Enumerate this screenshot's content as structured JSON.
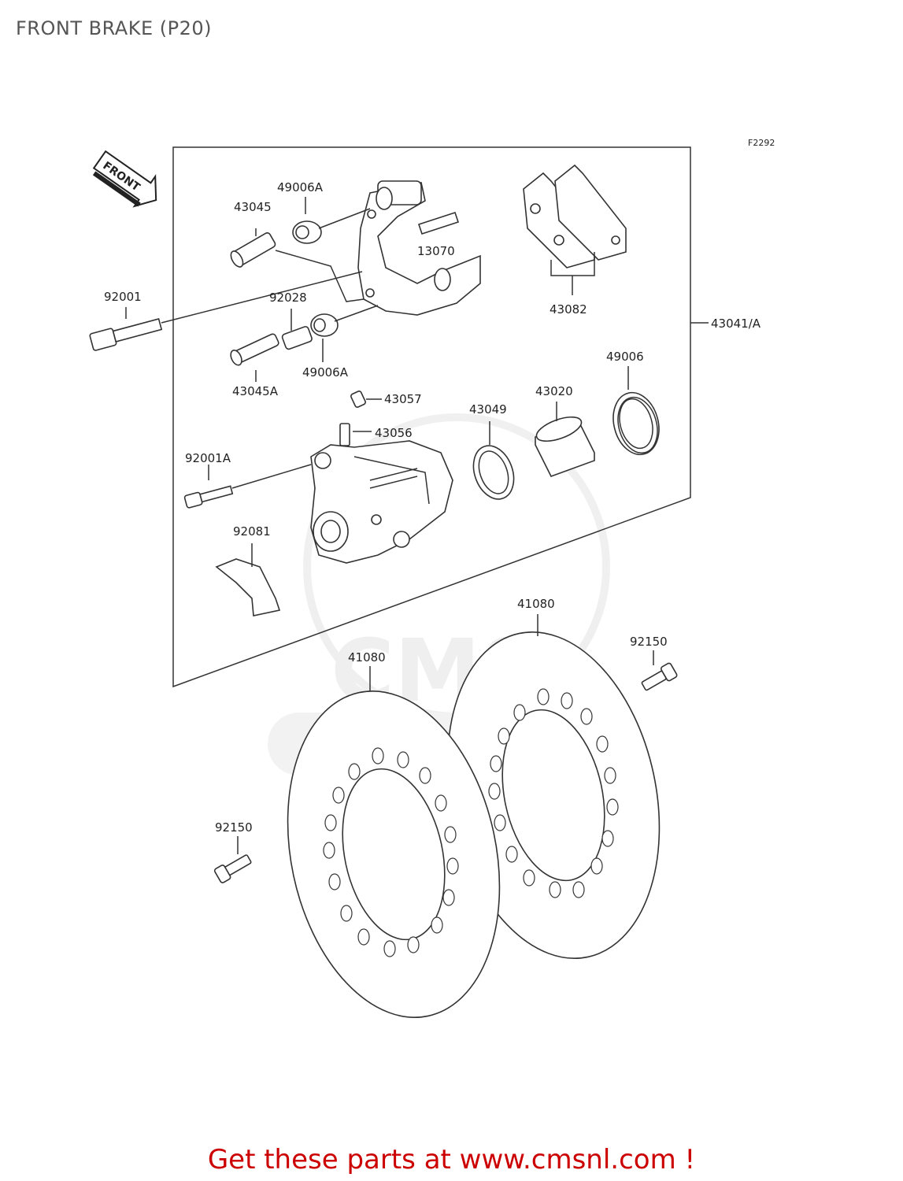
{
  "title": "FRONT BRAKE (P20)",
  "figure_code": "F2292",
  "front_arrow_label": "FRONT",
  "parts": {
    "p49006A_top": "49006A",
    "p43045": "43045",
    "p13070": "13070",
    "p43082": "43082",
    "p92001": "92001",
    "p92028": "92028",
    "p43041A": "43041/A",
    "p49006A_mid": "49006A",
    "p43045A": "43045A",
    "p49006": "49006",
    "p43057": "43057",
    "p43020": "43020",
    "p43049": "43049",
    "p43056": "43056",
    "p92001A": "92001A",
    "p92081": "92081",
    "p41080_right": "41080",
    "p92150_right": "92150",
    "p41080_left": "41080",
    "p92150_left": "92150"
  },
  "footer_cta": "Get these parts at www.cmsnl.com !",
  "colors": {
    "line": "#333333",
    "label": "#222222",
    "cta": "#cc0000",
    "title": "#555555"
  }
}
